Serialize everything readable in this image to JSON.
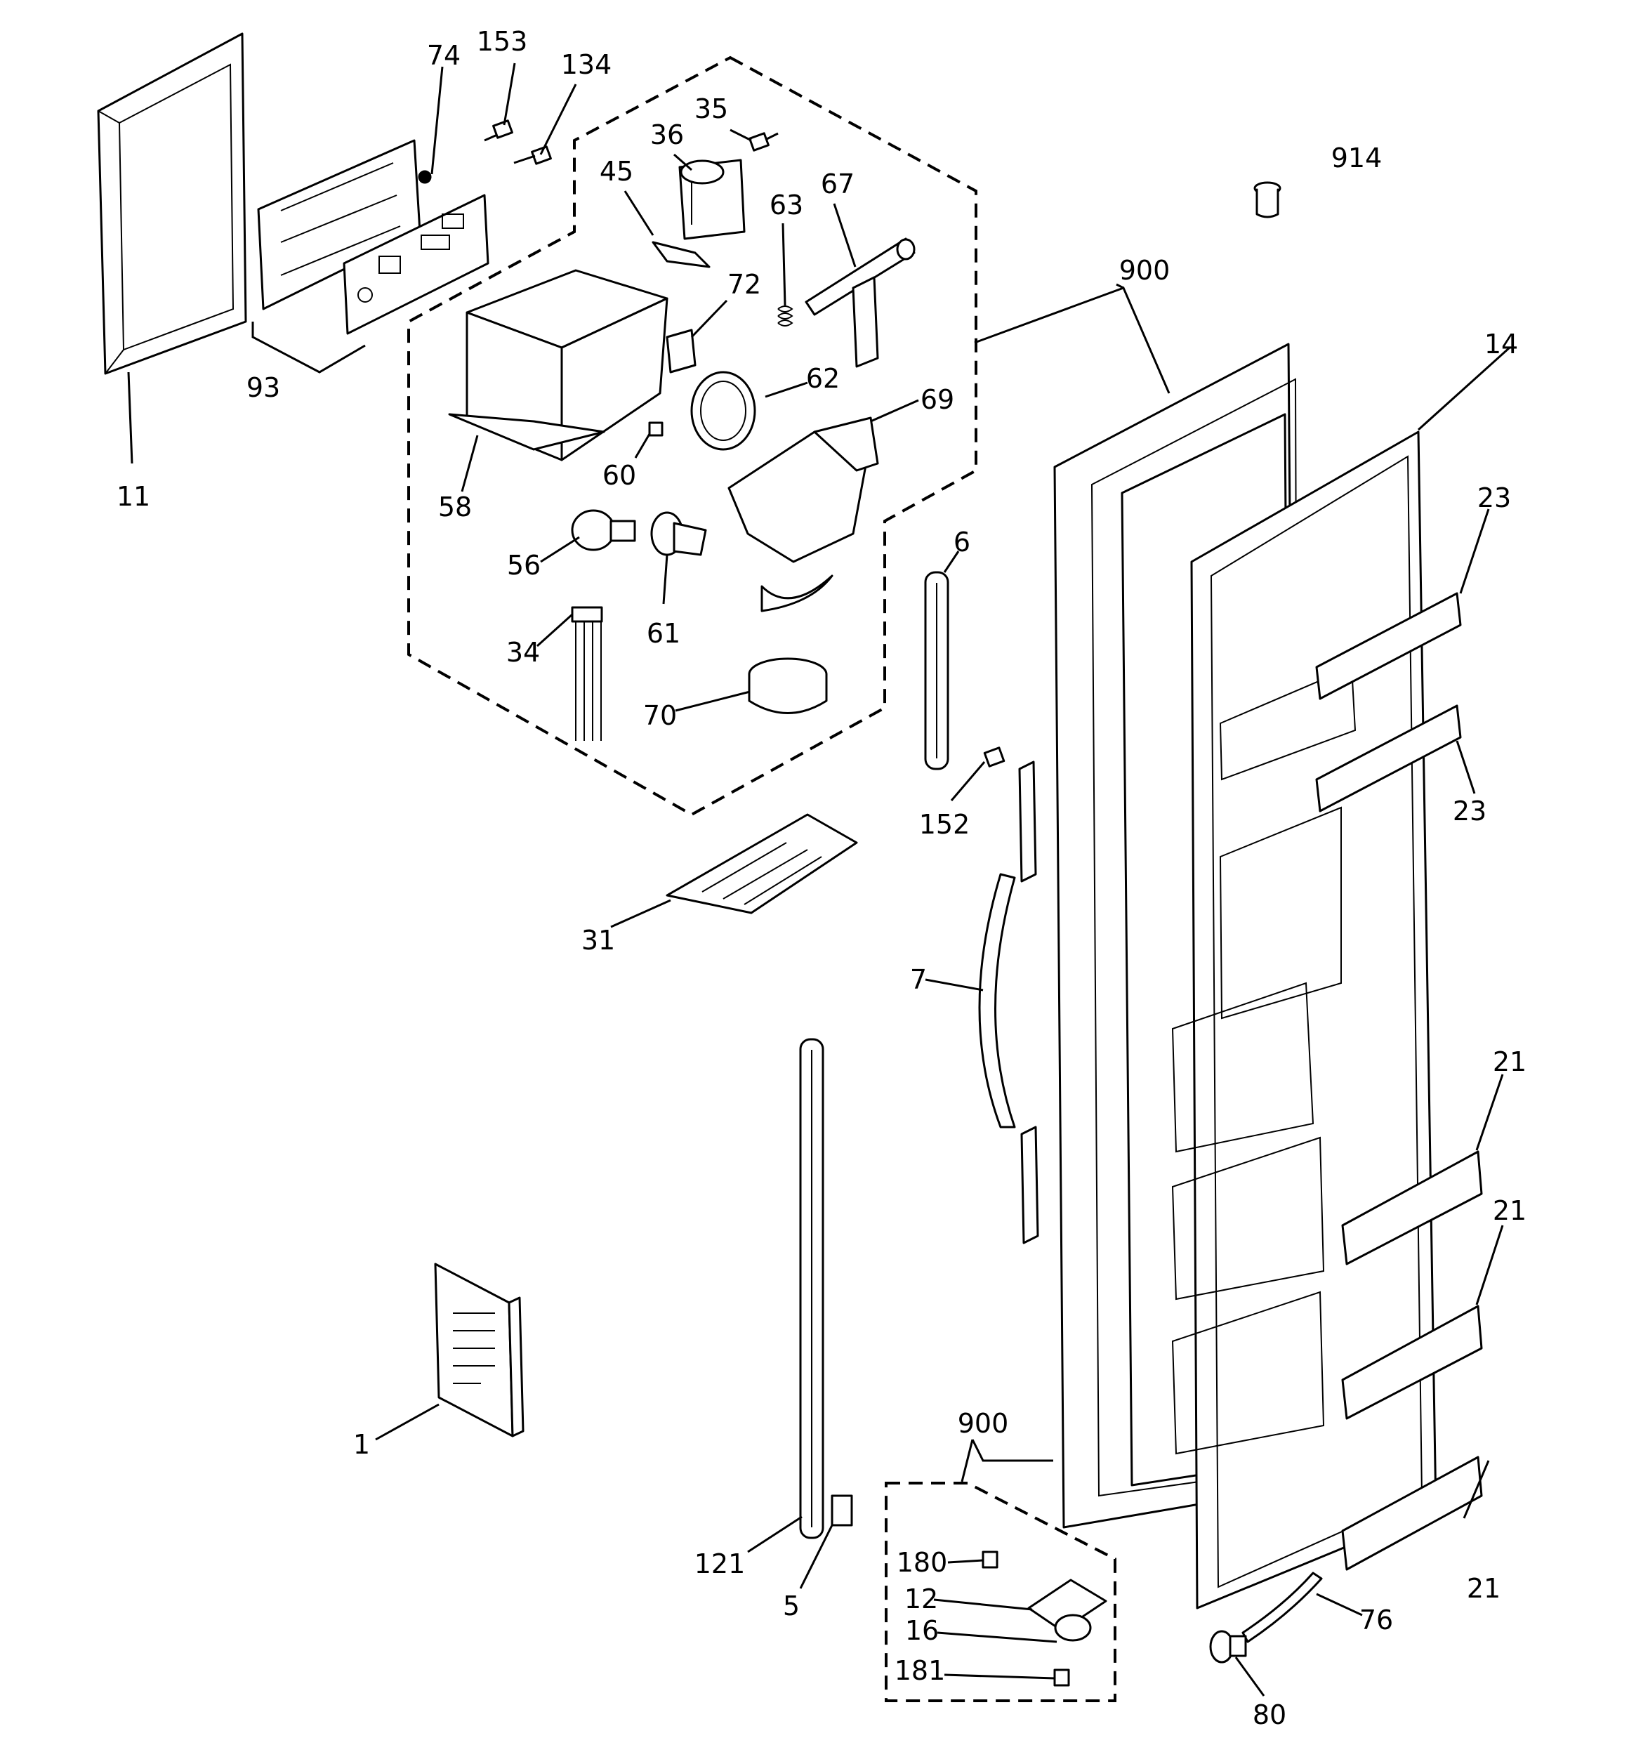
{
  "colors": {
    "ink": "#000000",
    "paper": "#ffffff"
  },
  "labels": {
    "l153": "153",
    "l134": "134",
    "l74": "74",
    "l35": "35",
    "l36": "36",
    "l45": "45",
    "l63": "63",
    "l67": "67",
    "l72": "72",
    "l62": "62",
    "l69": "69",
    "l60": "60",
    "l58": "58",
    "l56": "56",
    "l61": "61",
    "l34": "34",
    "l70": "70",
    "l93": "93",
    "l11": "11",
    "l914": "914",
    "l900a": "900",
    "l14": "14",
    "l23a": "23",
    "l23b": "23",
    "l6": "6",
    "l152": "152",
    "l31": "31",
    "l7": "7",
    "l21a": "21",
    "l21b": "21",
    "l21c": "21",
    "l1": "1",
    "l121": "121",
    "l5": "5",
    "l900b": "900",
    "l180": "180",
    "l12": "12",
    "l16": "16",
    "l181": "181",
    "l76": "76",
    "l80": "80"
  }
}
